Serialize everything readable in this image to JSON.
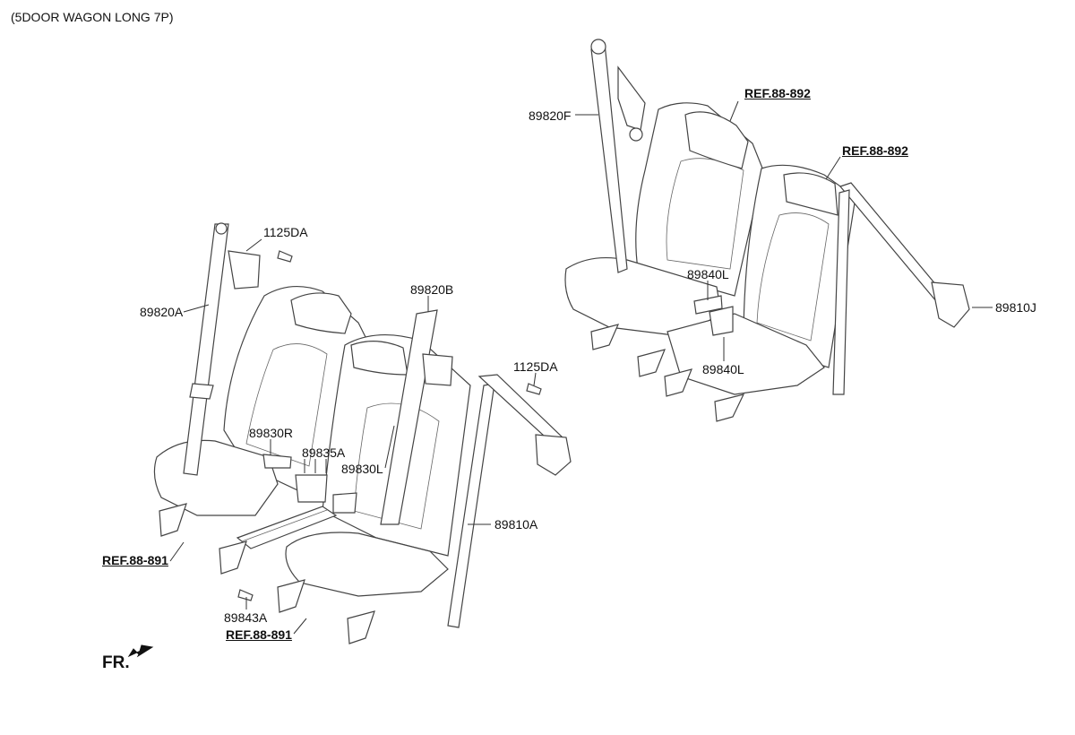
{
  "header": {
    "caption": "(5DOOR WAGON LONG 7P)"
  },
  "labels": {
    "p89820F": "89820F",
    "ref_top1": "REF.88-892",
    "ref_top2": "REF.88-892",
    "p89840L_a": "89840L",
    "p89810J": "89810J",
    "p89840L_b": "89840L",
    "p1125DA_a": "1125DA",
    "p89820A": "89820A",
    "p89820B": "89820B",
    "p1125DA_b": "1125DA",
    "p89830R": "89830R",
    "p89835A": "89835A",
    "p89830L": "89830L",
    "p89810A": "89810A",
    "ref_left": "REF.88-891",
    "p89843A": "89843A",
    "ref_bottom": "REF.88-891"
  },
  "orientation": {
    "text": "FR.",
    "icon": "arrow-down-left-icon"
  }
}
